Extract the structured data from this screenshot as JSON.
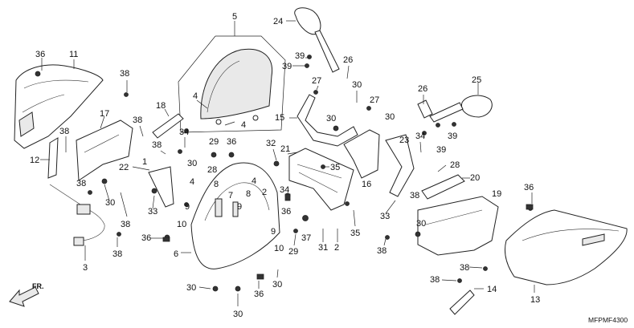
{
  "diagram_code": "MFPMF4300",
  "direction_label": "FR.",
  "callouts": [
    {
      "id": "c24a",
      "text": "24"
    },
    {
      "id": "c5",
      "text": "5"
    },
    {
      "id": "c36a",
      "text": "36"
    },
    {
      "id": "c11",
      "text": "11"
    },
    {
      "id": "c39a",
      "text": "39"
    },
    {
      "id": "c39b",
      "text": "39"
    },
    {
      "id": "c26a",
      "text": "26"
    },
    {
      "id": "c38a",
      "text": "38"
    },
    {
      "id": "c27a",
      "text": "27"
    },
    {
      "id": "c30a",
      "text": "30"
    },
    {
      "id": "c26b",
      "text": "26"
    },
    {
      "id": "c25",
      "text": "25"
    },
    {
      "id": "c4a",
      "text": "4"
    },
    {
      "id": "c4b",
      "text": "4"
    },
    {
      "id": "c18",
      "text": "18"
    },
    {
      "id": "c27b",
      "text": "27"
    },
    {
      "id": "c17",
      "text": "17"
    },
    {
      "id": "c38b",
      "text": "38"
    },
    {
      "id": "c34a",
      "text": "34"
    },
    {
      "id": "c15",
      "text": "15"
    },
    {
      "id": "c30b",
      "text": "30"
    },
    {
      "id": "c30c",
      "text": "30"
    },
    {
      "id": "c38c",
      "text": "38"
    },
    {
      "id": "c38d",
      "text": "38"
    },
    {
      "id": "c29a",
      "text": "29"
    },
    {
      "id": "c36b",
      "text": "36"
    },
    {
      "id": "c32",
      "text": "32"
    },
    {
      "id": "c21",
      "text": "21"
    },
    {
      "id": "c34b",
      "text": "34"
    },
    {
      "id": "c23",
      "text": "23"
    },
    {
      "id": "c39c",
      "text": "39"
    },
    {
      "id": "c39d",
      "text": "39"
    },
    {
      "id": "c12",
      "text": "12"
    },
    {
      "id": "c22",
      "text": "22"
    },
    {
      "id": "c1",
      "text": "1"
    },
    {
      "id": "c30d",
      "text": "30"
    },
    {
      "id": "c28a",
      "text": "28"
    },
    {
      "id": "c35a",
      "text": "35"
    },
    {
      "id": "c16",
      "text": "16"
    },
    {
      "id": "c28b",
      "text": "28"
    },
    {
      "id": "c20",
      "text": "20"
    },
    {
      "id": "c38e",
      "text": "38"
    },
    {
      "id": "c4c",
      "text": "4"
    },
    {
      "id": "c4d",
      "text": "4"
    },
    {
      "id": "c8a",
      "text": "8"
    },
    {
      "id": "c7",
      "text": "7"
    },
    {
      "id": "c8b",
      "text": "8"
    },
    {
      "id": "c2a",
      "text": "2"
    },
    {
      "id": "c34c",
      "text": "34"
    },
    {
      "id": "c38f",
      "text": "38"
    },
    {
      "id": "c19",
      "text": "19"
    },
    {
      "id": "c36c",
      "text": "36"
    },
    {
      "id": "c30e",
      "text": "30"
    },
    {
      "id": "c33a",
      "text": "33"
    },
    {
      "id": "c9a",
      "text": "9"
    },
    {
      "id": "c9b",
      "text": "9"
    },
    {
      "id": "c36d",
      "text": "36"
    },
    {
      "id": "c33b",
      "text": "33"
    },
    {
      "id": "c10a",
      "text": "10"
    },
    {
      "id": "c38g",
      "text": "38"
    },
    {
      "id": "c30f",
      "text": "30"
    },
    {
      "id": "c35b",
      "text": "35"
    },
    {
      "id": "c36e",
      "text": "36"
    },
    {
      "id": "c9c",
      "text": "9"
    },
    {
      "id": "c37",
      "text": "37"
    },
    {
      "id": "c29b",
      "text": "29"
    },
    {
      "id": "c31",
      "text": "31"
    },
    {
      "id": "c2b",
      "text": "2"
    },
    {
      "id": "c38h",
      "text": "38"
    },
    {
      "id": "c3",
      "text": "3"
    },
    {
      "id": "c38i",
      "text": "38"
    },
    {
      "id": "c6",
      "text": "6"
    },
    {
      "id": "c10b",
      "text": "10"
    },
    {
      "id": "c30g",
      "text": "30"
    },
    {
      "id": "c38j",
      "text": "38"
    },
    {
      "id": "c38k",
      "text": "38"
    },
    {
      "id": "c14",
      "text": "14"
    },
    {
      "id": "c30h",
      "text": "30"
    },
    {
      "id": "c36f",
      "text": "36"
    },
    {
      "id": "c13",
      "text": "13"
    },
    {
      "id": "c30i",
      "text": "30"
    }
  ]
}
